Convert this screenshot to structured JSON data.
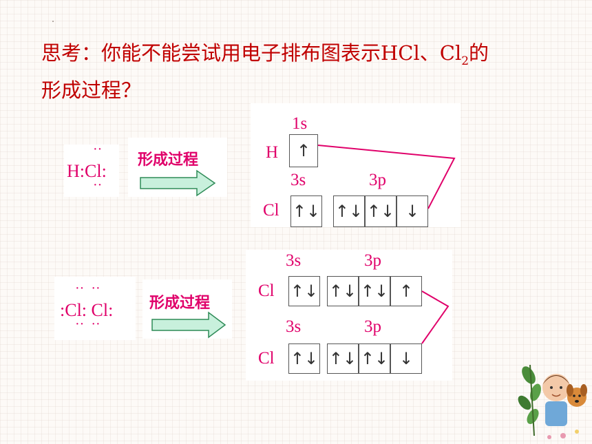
{
  "title": {
    "line1_main": "思考：你能不能尝试用电子排布图表示HCl、Cl",
    "line1_sub": "2",
    "line1_tail": "的",
    "line2": "形成过程？"
  },
  "hcl": {
    "dots_top": "··",
    "formula": "H:Cl:",
    "dots_bottom": "··",
    "process_label": "形成过程",
    "label_1s": "1s",
    "label_H": "H",
    "label_3s": "3s",
    "label_3p": "3p",
    "label_Cl": "Cl",
    "box_H_1s": "↑",
    "box_Cl_3s": "↑↓",
    "box_Cl_3p1": "↑↓",
    "box_Cl_3p2": "↑↓",
    "box_Cl_3p3": "↓"
  },
  "cl2": {
    "dots_top": "··  ··",
    "formula": ":Cl: Cl:",
    "dots_bottom": "··  ··",
    "process_label": "形成过程",
    "top_label_3s": "3s",
    "top_label_3p": "3p",
    "top_label_Cl": "Cl",
    "top_box_3s": "↑↓",
    "top_box_3p1": "↑↓",
    "top_box_3p2": "↑↓",
    "top_box_3p3": "↑",
    "bot_label_3s": "3s",
    "bot_label_3p": "3p",
    "bot_label_Cl": "Cl",
    "bot_box_3s": "↑↓",
    "bot_box_3p1": "↑↓",
    "bot_box_3p2": "↑↓",
    "bot_box_3p3": "↓"
  },
  "colors": {
    "title": "#c00000",
    "chem": "#e0006a",
    "arrow_fill": "#c8f0dc",
    "arrow_stroke": "#2e8b57"
  }
}
